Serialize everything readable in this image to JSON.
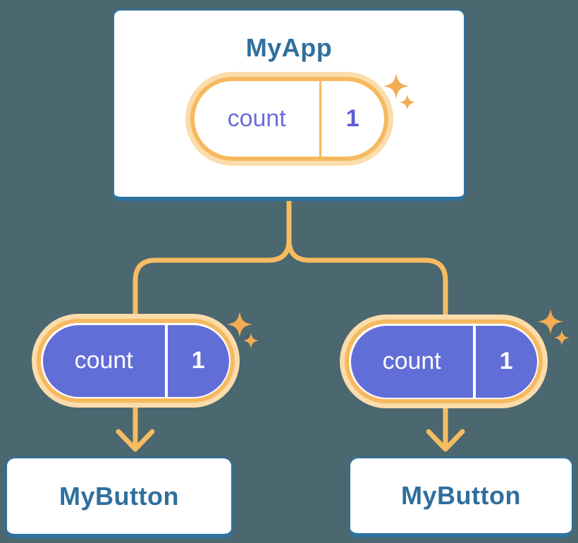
{
  "diagram": {
    "description": "React state tree: parent component holding state shared down to two child components",
    "root": {
      "title": "MyApp",
      "state": {
        "name": "count",
        "value": "1"
      }
    },
    "children": [
      {
        "title": "MyButton",
        "state": {
          "name": "count",
          "value": "1"
        }
      },
      {
        "title": "MyButton",
        "state": {
          "name": "count",
          "value": "1"
        }
      }
    ]
  },
  "icons": {
    "sparkle": "four-point-star",
    "arrow": "arrow-down",
    "connector": "tree-branch-lines"
  },
  "colors": {
    "bg": "#4B6770",
    "card-bg": "#FFFFFF",
    "card-border": "#2E72A0",
    "card-text": "#2F6F9D",
    "ring-orange": "#F6B95F",
    "ring-halo": "#FBDCAB",
    "pill-purple": "#626ED8",
    "state-text-purple": "#6B6FDB",
    "state-value-purple": "#5A5BD4",
    "line-orange": "#F7BB61",
    "sparkle-orange": "#F2AC52",
    "pill-white": "#FFFFFF"
  }
}
